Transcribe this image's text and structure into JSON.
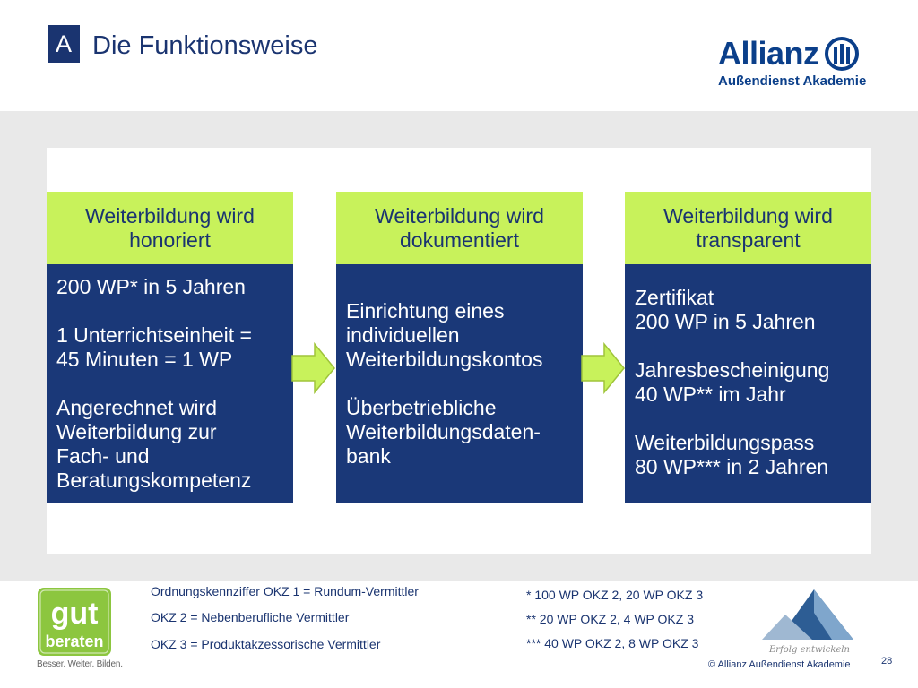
{
  "header": {
    "badge": "A",
    "title": "Die Funktionsweise",
    "logo_name": "Allianz",
    "logo_sub": "Außendienst Akademie"
  },
  "columns": [
    {
      "heading": [
        "Weiterbildung wird",
        "honoriert"
      ],
      "body": [
        "200 WP* in 5 Jahren",
        "",
        "1 Unterrichtseinheit =",
        "45 Minuten = 1 WP",
        "",
        "Angerechnet wird",
        "Weiterbildung zur",
        "Fach- und",
        "Beratungskompetenz"
      ]
    },
    {
      "heading": [
        "Weiterbildung wird",
        "dokumentiert"
      ],
      "body": [
        "Einrichtung eines",
        "individuellen",
        "Weiterbildungskontos",
        "",
        "Überbetriebliche",
        "Weiterbildungsdaten-",
        "bank"
      ]
    },
    {
      "heading": [
        "Weiterbildung wird",
        "transparent"
      ],
      "body": [
        "Zertifikat",
        "200 WP in 5 Jahren",
        "",
        "Jahresbescheinigung",
        "40 WP** im Jahr",
        "",
        "Weiterbildungspass",
        "80 WP*** in 2 Jahren"
      ]
    }
  ],
  "footer": {
    "okz": [
      "Ordnungskennziffer OKZ 1 = Rundum-Vermittler",
      "OKZ 2 = Nebenberufliche Vermittler",
      "OKZ 3 = Produktakzessorische Vermittler"
    ],
    "wp_notes": [
      "* 100 WP OKZ 2,  20 WP OKZ 3",
      "** 20 WP OKZ 2, 4 WP OKZ 3",
      "*** 40 WP OKZ 2, 8 WP OKZ 3"
    ],
    "gut_logo": {
      "word1": "gut",
      "word2": "beraten",
      "tagline": "Besser. Weiter. Bilden."
    },
    "pyramid_script": "Erfolg entwickeln",
    "copyright": "© Allianz Außendienst Akademie",
    "page_number": "28"
  },
  "colors": {
    "navy": "#1a3878",
    "lime": "#c8f25b",
    "title_blue": "#1a3470",
    "allianz_blue": "#0b3f8a",
    "gut_green": "#8cc63f"
  }
}
